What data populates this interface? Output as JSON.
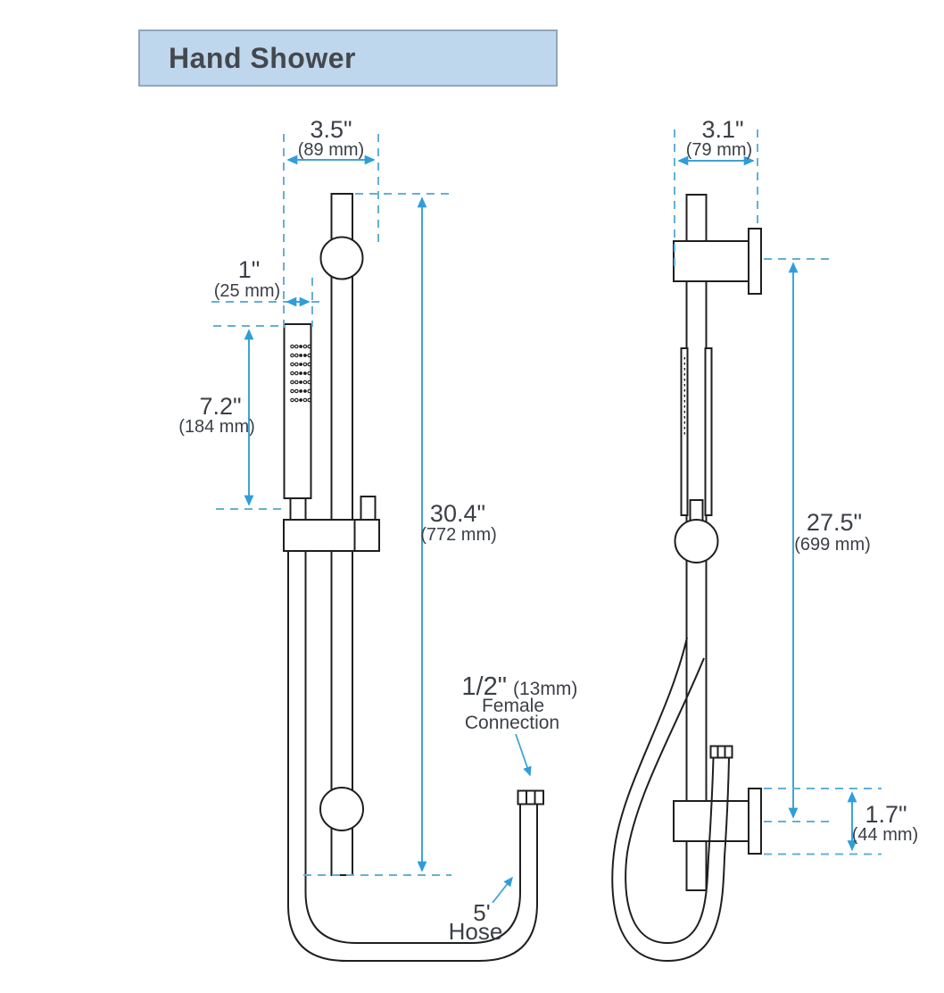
{
  "title": "Hand Shower",
  "colors": {
    "accent_dim": "#3fa4d3",
    "accent_dash": "#63b0d7",
    "drawing_line": "#1f1f1f",
    "title_bg": "#bfd7ec",
    "title_border": "#90a7bc",
    "text": "#3b3f46"
  },
  "front": {
    "w_in": "3.5\"",
    "w_mm": "(89 mm)",
    "off_in": "1\"",
    "off_mm": "(25 mm)",
    "wand_in": "7.2\"",
    "wand_mm": "(184 mm)",
    "h_in": "30.4\"",
    "h_mm": "(772 mm)",
    "conn_size": "1/2\"",
    "conn_mm": "(13mm)",
    "conn_l2": "Female",
    "conn_l3": "Connection",
    "hose_l1": "5'",
    "hose_l2": "Hose"
  },
  "side": {
    "w_in": "3.1\"",
    "w_mm": "(79 mm)",
    "h_in": "27.5\"",
    "h_mm": "(699 mm)",
    "br_in": "1.7\"",
    "br_mm": "(44 mm)"
  }
}
